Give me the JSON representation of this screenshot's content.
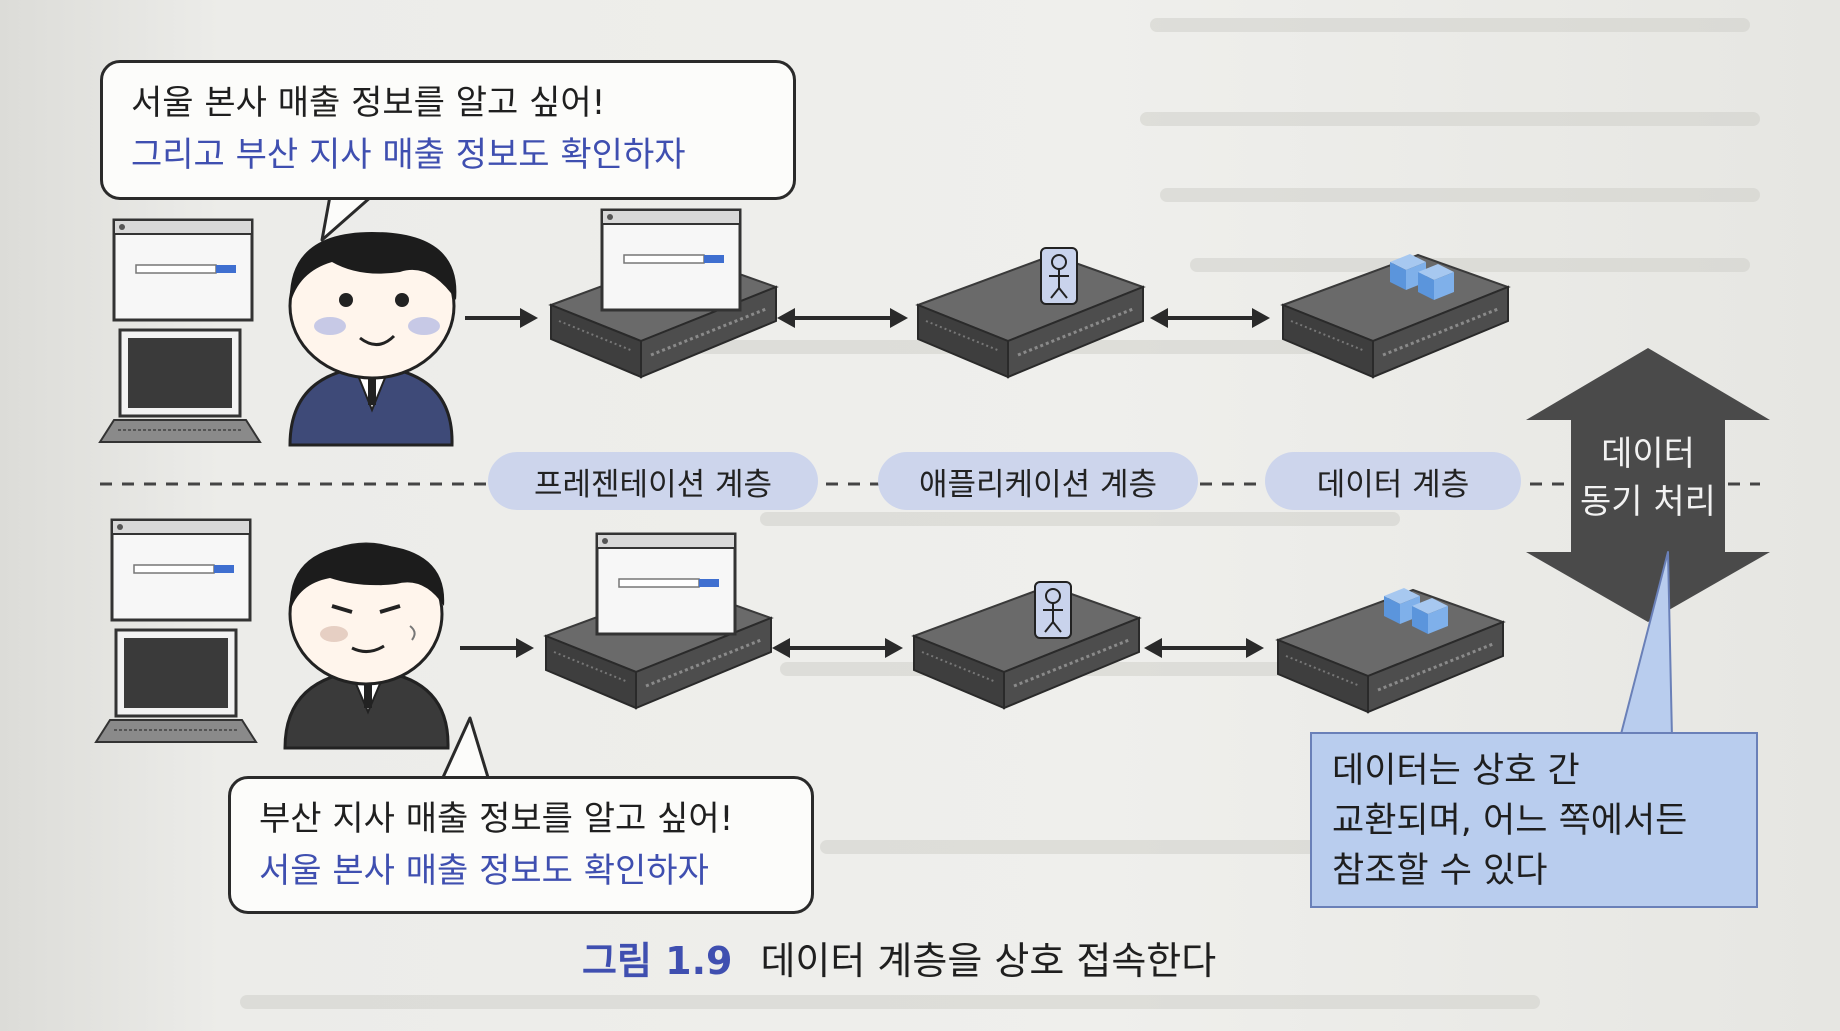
{
  "bubbles": {
    "seoul": {
      "line1": "서울 본사 매출 정보를 알고 싶어!",
      "line2": "그리고 부산 지사 매출 정보도 확인하자"
    },
    "busan": {
      "line1": "부산 지사 매출 정보를 알고 싶어!",
      "line2": "서울 본사 매출 정보도 확인하자"
    }
  },
  "tiers": {
    "presentation": "프레젠테이션 계층",
    "application": "애플리케이션 계층",
    "data": "데이터 계층"
  },
  "sync": {
    "line1": "데이터",
    "line2": "동기 처리"
  },
  "note": {
    "line1": "데이터는 상호 간",
    "line2": "교환되며, 어느 쪽에서든",
    "line3": "참조할 수 있다"
  },
  "caption": {
    "number": "그림 1.9",
    "text": "데이터 계층을 상호 접속한다"
  },
  "colors": {
    "accent_blue": "#3f4fb0",
    "pill_bg": "#cdd5ec",
    "note_bg": "#b9cdee",
    "server_gray": "#5a5a5a",
    "sync_arrow": "#4a4a4a"
  }
}
